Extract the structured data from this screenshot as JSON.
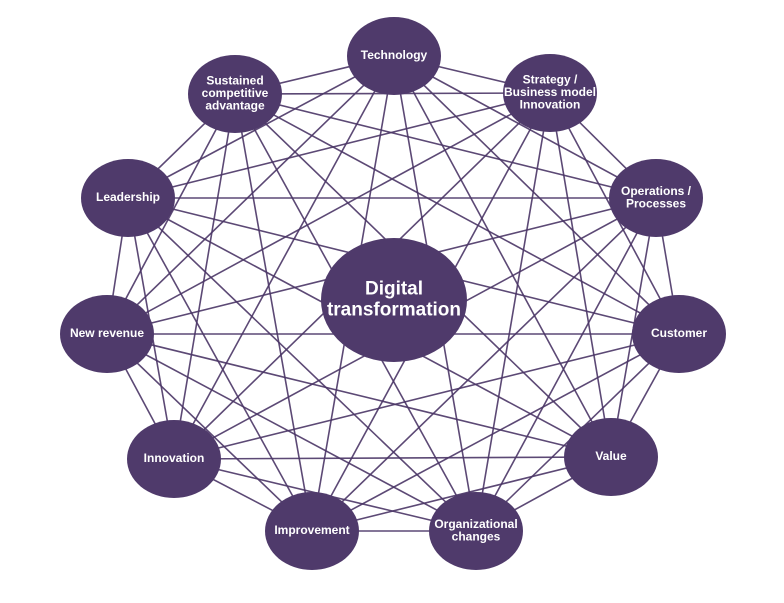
{
  "colors": {
    "node": "#4f3a6b",
    "line": "#4a3566",
    "background": "#ffffff",
    "text": "#ffffff"
  },
  "center": {
    "id": "center",
    "lines": [
      "Digital",
      "transformation"
    ]
  },
  "nodes": [
    {
      "id": "technology",
      "lines": [
        "Technology"
      ]
    },
    {
      "id": "strategy",
      "lines": [
        "Strategy /",
        "Business model",
        "Innovation"
      ]
    },
    {
      "id": "operations",
      "lines": [
        "Operations /",
        "Processes"
      ]
    },
    {
      "id": "customer",
      "lines": [
        "Customer"
      ]
    },
    {
      "id": "value",
      "lines": [
        "Value"
      ]
    },
    {
      "id": "organizational-changes",
      "lines": [
        "Organizational",
        "changes"
      ]
    },
    {
      "id": "improvement",
      "lines": [
        "Improvement"
      ]
    },
    {
      "id": "innovation",
      "lines": [
        "Innovation"
      ]
    },
    {
      "id": "new-revenue",
      "lines": [
        "New revenue"
      ]
    },
    {
      "id": "leadership",
      "lines": [
        "Leadership"
      ]
    },
    {
      "id": "sustained-competitive-advantage",
      "lines": [
        "Sustained",
        "competitive",
        "advantage"
      ]
    }
  ]
}
